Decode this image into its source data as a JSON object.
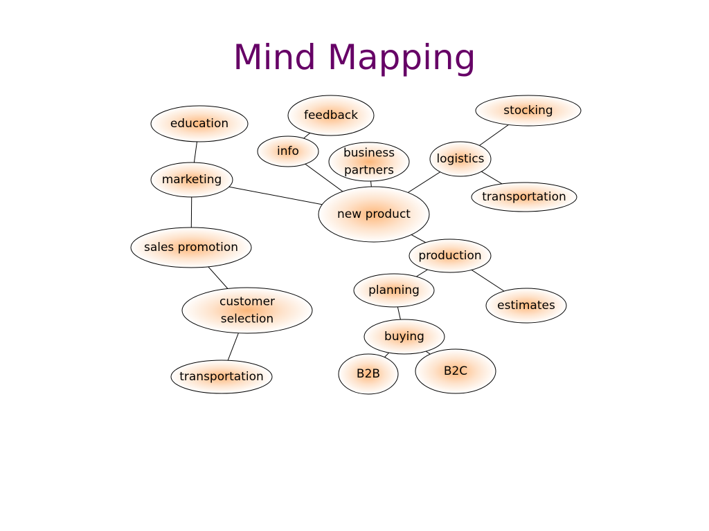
{
  "slide": {
    "title": "Mind Mapping"
  },
  "colors": {
    "title": "#660066",
    "node_center_glow": "#fdb77a",
    "node_edge": "#ffffff",
    "outline": "#000000"
  },
  "mindmap": {
    "nodes": {
      "new_product": [
        "new product"
      ],
      "marketing": [
        "marketing"
      ],
      "education": [
        "education"
      ],
      "sales_promotion": [
        "sales promotion"
      ],
      "customer_selection": [
        "customer",
        "selection"
      ],
      "transportation_left": [
        "transportation"
      ],
      "info": [
        "info"
      ],
      "feedback": [
        "feedback"
      ],
      "business_partners": [
        "business",
        "partners"
      ],
      "logistics": [
        "logistics"
      ],
      "stocking": [
        "stocking"
      ],
      "transportation_right": [
        "transportation"
      ],
      "production": [
        "production"
      ],
      "estimates": [
        "estimates"
      ],
      "planning": [
        "planning"
      ],
      "buying": [
        "buying"
      ],
      "b2b": [
        "B2B"
      ],
      "b2c": [
        "B2C"
      ]
    },
    "connections": [
      [
        "new_product",
        "marketing"
      ],
      [
        "marketing",
        "education"
      ],
      [
        "marketing",
        "sales_promotion"
      ],
      [
        "sales_promotion",
        "customer_selection"
      ],
      [
        "customer_selection",
        "transportation_left"
      ],
      [
        "new_product",
        "info"
      ],
      [
        "info",
        "feedback"
      ],
      [
        "new_product",
        "business_partners"
      ],
      [
        "new_product",
        "logistics"
      ],
      [
        "logistics",
        "stocking"
      ],
      [
        "logistics",
        "transportation_right"
      ],
      [
        "new_product",
        "production"
      ],
      [
        "production",
        "estimates"
      ],
      [
        "production",
        "planning"
      ],
      [
        "planning",
        "buying"
      ],
      [
        "buying",
        "b2b"
      ],
      [
        "buying",
        "b2c"
      ]
    ]
  }
}
